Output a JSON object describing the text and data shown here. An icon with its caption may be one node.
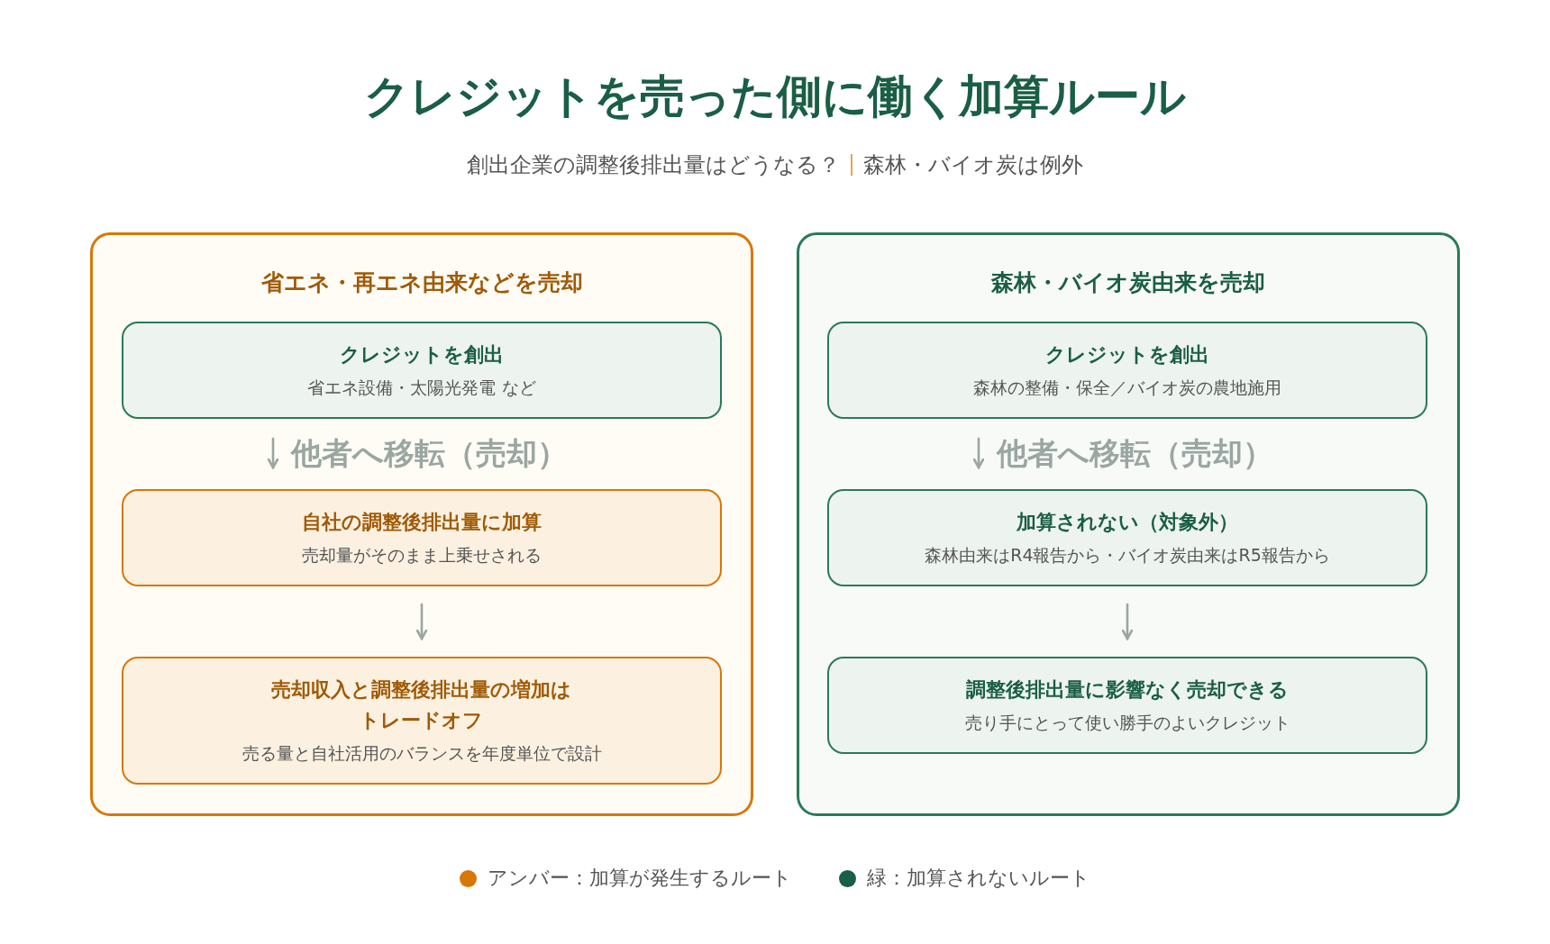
{
  "diagram": {
    "title": "クレジットを売った側に働く加算ルール",
    "nodes": [
      {
        "text": [
          "省エネ・再エネ由来などを売却"
        ]
      },
      {
        "text": [
          "クレジットを創出",
          "省エネ設備・太陽光発電 など"
        ],
        "in": 0
      },
      {
        "text": [
          "自社の調整後排出量に加算",
          "売却量がそのまま上乗せされる"
        ],
        "in": 0
      },
      {
        "text": [
          "売却収入と調整後排出量の増加はトレードオフ",
          "売る量と自社活用のバランスを年度単位で設計"
        ],
        "in": 0
      },
      {
        "text": [
          "森林・バイオ炭由来を売却"
        ]
      },
      {
        "text": [
          "クレジットを創出",
          "森林の整備・保全／バイオ炭の農地施用"
        ],
        "in": 4
      },
      {
        "text": [
          "加算されない（対象外）",
          "森林由来はR4報告から・バイオ炭由来はR5報告から"
        ],
        "in": 4
      },
      {
        "text": [
          "調整後排出量に影響なく売却できる",
          "売り手にとって使い勝手のよいクレジット"
        ],
        "in": 4
      }
    ],
    "edges": [
      {
        "from": 1,
        "to": 2,
        "arrow": "to",
        "label": "他者へ移転（売却）"
      },
      {
        "from": 2,
        "to": 3,
        "arrow": "to"
      },
      {
        "from": 5,
        "to": 6,
        "arrow": "to",
        "label": "他者へ移転（売却）"
      },
      {
        "from": 6,
        "to": 7,
        "arrow": "to"
      }
    ],
    "labels": [
      "創出企業の調整後排出量はどうなる？",
      "森林・バイオ炭は例外"
    ],
    "legend": [
      {
        "text": "アンバー：加算が発生するルート",
        "color": "#d97706"
      },
      {
        "text": "緑：加算されないルート",
        "color": "#1a5e45"
      }
    ]
  }
}
